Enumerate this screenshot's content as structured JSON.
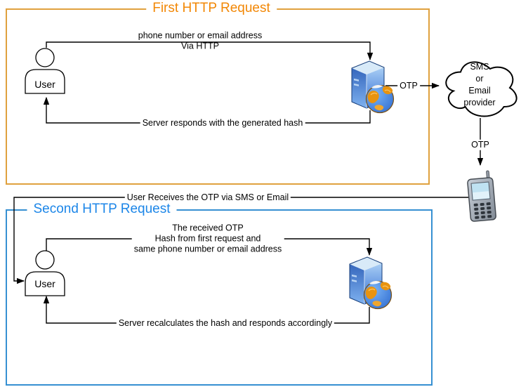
{
  "colors": {
    "orange_border": "#E0A13E",
    "orange_title": "#F28705",
    "blue_border": "#3690D2",
    "blue_title": "#1C86E8",
    "connector": "#000000"
  },
  "boxes": {
    "first": {
      "title": "First HTTP Request"
    },
    "second": {
      "title": "Second HTTP Request"
    }
  },
  "nodes": {
    "user1": {
      "label": "User"
    },
    "user2": {
      "label": "User"
    },
    "cloud": {
      "lines": [
        "SMS",
        "or",
        "Email",
        "provider"
      ]
    }
  },
  "edges": {
    "request1": {
      "line1": "phone number or email address",
      "line2": "Via HTTP"
    },
    "response1": {
      "label": "Server responds with the generated hash"
    },
    "otp_to_provider": {
      "label": "OTP"
    },
    "otp_to_phone": {
      "label": "OTP"
    },
    "phone_to_user": {
      "label": "User Receives the OTP via SMS or Email"
    },
    "request2": {
      "line1": "The received OTP",
      "line2": "Hash from first request and",
      "line3": "same phone number or email address"
    },
    "response2": {
      "label": "Server recalculates the hash and responds accordingly"
    }
  }
}
